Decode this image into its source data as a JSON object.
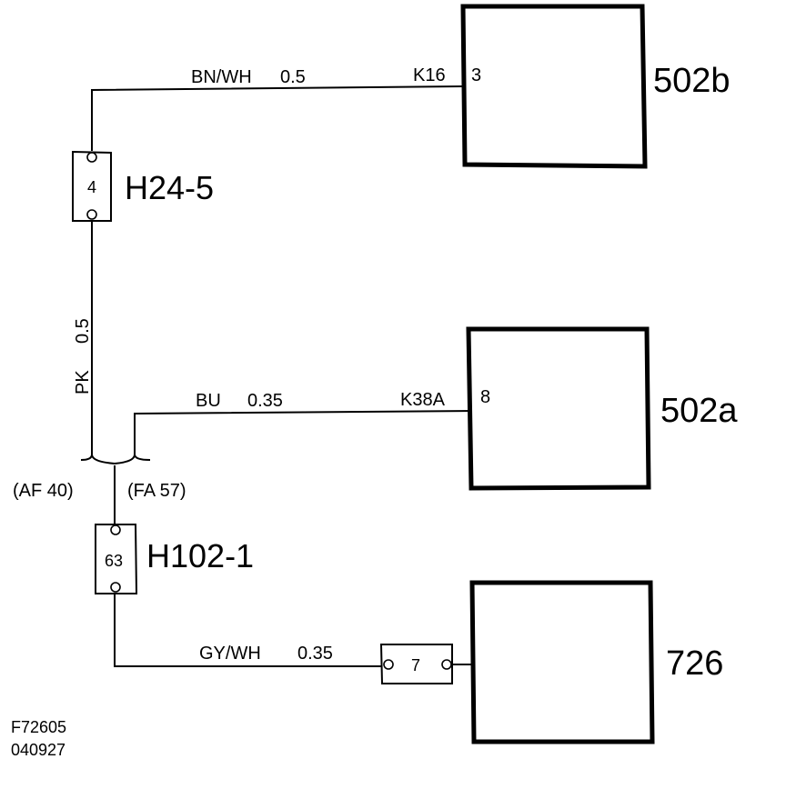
{
  "components": {
    "c502b": {
      "name": "502b",
      "pin": "3",
      "ref": "K16"
    },
    "c502a": {
      "name": "502a",
      "pin": "8",
      "ref": "K38A"
    },
    "c726": {
      "name": "726"
    }
  },
  "connectors": {
    "h24": {
      "name": "H24-5",
      "pin": "4"
    },
    "h102": {
      "name": "H102-1",
      "pin": "63"
    },
    "inline7": {
      "pin": "7"
    }
  },
  "wires": {
    "w1": {
      "color": "BN/WH",
      "size": "0.5"
    },
    "w2": {
      "color": "PK",
      "size": "0.5"
    },
    "w3": {
      "color": "BU",
      "size": "0.35"
    },
    "w4": {
      "color": "GY/WH",
      "size": "0.35"
    }
  },
  "splice": {
    "left": "(AF 40)",
    "right": "(FA 57)"
  },
  "footer": {
    "figure_id": "F72605",
    "date_code": "040927"
  }
}
